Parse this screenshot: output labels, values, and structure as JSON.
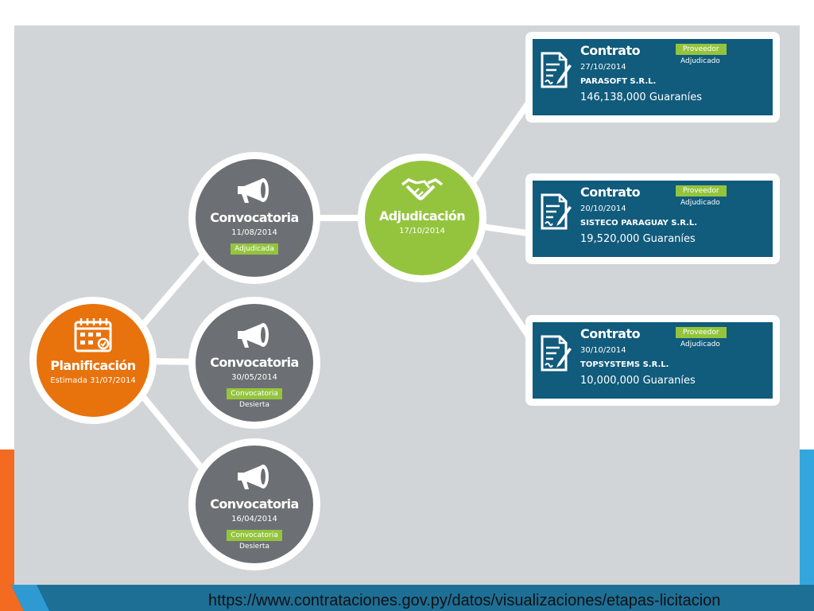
{
  "colors": {
    "panel": "#d1d5d8",
    "planificacion": "#e8720c",
    "convocatoria": "#6c7074",
    "adjudicacion": "#94c43e",
    "contrato": "#115b7c",
    "tag_green": "#94c43e",
    "accent_orange": "#f26b21",
    "accent_blue": "#33a7dc"
  },
  "planificacion": {
    "icon": "calendar-icon",
    "title": "Planificación",
    "date": "Estimada 31/07/2014"
  },
  "convocatorias": [
    {
      "icon": "megaphone-icon",
      "title": "Convocatoria",
      "date": "11/08/2014",
      "status": "Adjudicada",
      "status_sub": ""
    },
    {
      "icon": "megaphone-icon",
      "title": "Convocatoria",
      "date": "30/05/2014",
      "status": "Convocatoria",
      "status_sub": "Desierta"
    },
    {
      "icon": "megaphone-icon",
      "title": "Convocatoria",
      "date": "16/04/2014",
      "status": "Convocatoria",
      "status_sub": "Desierta"
    }
  ],
  "adjudicacion": {
    "icon": "handshake-icon",
    "title": "Adjudicación",
    "date": "17/10/2014"
  },
  "contratos": [
    {
      "icon": "contract-icon",
      "title": "Contrato",
      "date": "27/10/2014",
      "supplier": "PARASOFT S.R.L.",
      "amount": "146,138,000 Guaraníes",
      "tag": "Proveedor",
      "tag_sub": "Adjudicado"
    },
    {
      "icon": "contract-icon",
      "title": "Contrato",
      "date": "20/10/2014",
      "supplier": "SISTECO PARAGUAY S.R.L.",
      "amount": "19,520,000 Guaraníes",
      "tag": "Proveedor",
      "tag_sub": "Adjudicado"
    },
    {
      "icon": "contract-icon",
      "title": "Contrato",
      "date": "30/10/2014",
      "supplier": "TOPSYSTEMS S.R.L.",
      "amount": "10,000,000 Guaraníes",
      "tag": "Proveedor",
      "tag_sub": "Adjudicado"
    }
  ],
  "footer": {
    "url": "https://www.contrataciones.gov.py/datos/visualizaciones/etapas-licitacion"
  }
}
